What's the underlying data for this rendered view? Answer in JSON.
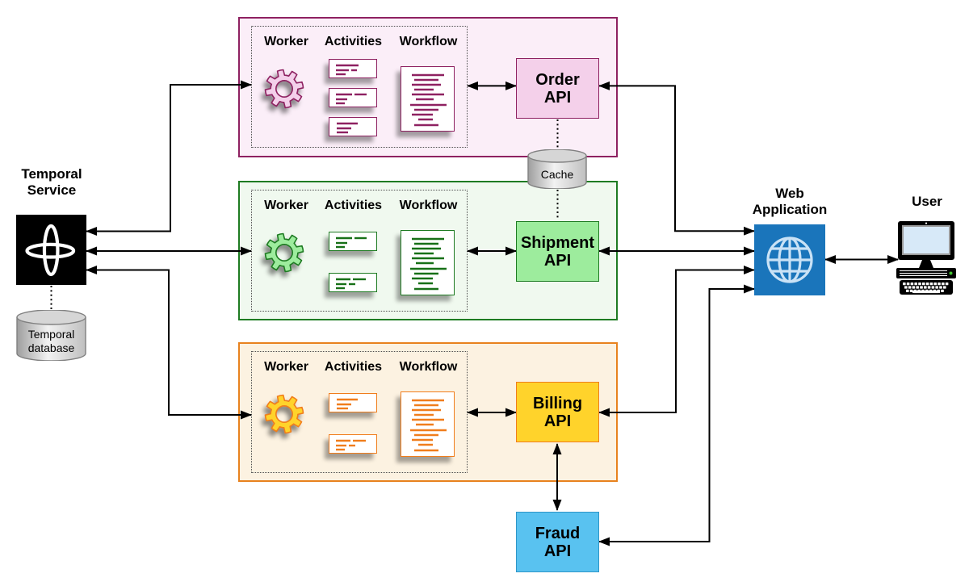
{
  "palette": {
    "pink_border": "#8e2161",
    "pink_fill": "#fbeef8",
    "pink_box": "#f4d0ea",
    "pink_ink": "#8e2161",
    "green_border": "#1e7b22",
    "green_fill": "#f0f9ef",
    "green_box": "#9dec9d",
    "green_ink": "#177017",
    "orange_border": "#e8821e",
    "orange_fill": "#fcf2e1",
    "orange_box": "#ffd32b",
    "orange_ink": "#f07d1c",
    "fraud_fill": "#59c2f0",
    "fraud_border": "#2e96c8",
    "webapp_fill": "#1a75bb",
    "globe_line": "#c9e2f6",
    "connector": "#000000",
    "cylinder_edge": "#808080",
    "cylinder_light": "#f2f2f2",
    "cylinder_dark": "#9e9e9e",
    "cylinder_mid": "#bfbfbf",
    "cylinder_top": "#d6d6d6",
    "screen_blue": "#d7e9f8",
    "led_green": "#3fc12e"
  },
  "temporal": {
    "label": "Temporal\nService",
    "logo_icon": "temporal-logo-icon",
    "database_label": "Temporal\ndatabase",
    "database_icon": "database-cylinder-icon"
  },
  "cache": {
    "label": "Cache",
    "icon": "database-cylinder-icon"
  },
  "panels": [
    {
      "name": "order",
      "worker_label": "Worker",
      "activities_label": "Activities",
      "workflow_label": "Workflow",
      "worker_icon": "gear-icon",
      "workflow_icon": "document-icon",
      "api_label": "Order\nAPI"
    },
    {
      "name": "shipment",
      "worker_label": "Worker",
      "activities_label": "Activities",
      "workflow_label": "Workflow",
      "worker_icon": "gear-icon",
      "workflow_icon": "document-icon",
      "api_label": "Shipment\nAPI"
    },
    {
      "name": "billing",
      "worker_label": "Worker",
      "activities_label": "Activities",
      "workflow_label": "Workflow",
      "worker_icon": "gear-icon",
      "workflow_icon": "document-icon",
      "api_label": "Billing\nAPI"
    }
  ],
  "fraud": {
    "api_label": "Fraud\nAPI"
  },
  "web_application": {
    "label": "Web\nApplication",
    "icon": "globe-icon"
  },
  "user": {
    "label": "User",
    "icon": "computer-icon"
  }
}
